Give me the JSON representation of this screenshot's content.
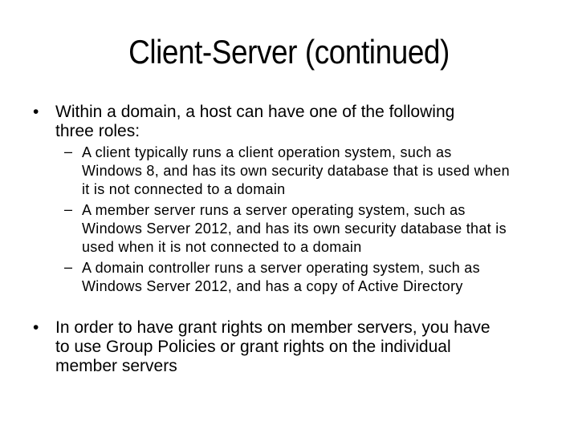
{
  "slide": {
    "background_color": "#ffffff",
    "text_color": "#000000",
    "title": "Client-Server (continued)",
    "bullets": [
      {
        "level": 1,
        "marker": "•",
        "lines": [
          "Within a domain, a host can have one of the following",
          "three roles:"
        ]
      },
      {
        "level": 2,
        "marker": "–",
        "lines": [
          "A client typically runs a client operation system, such as",
          "Windows 8, and has its own security database that is used when",
          "it is not connected to a domain"
        ]
      },
      {
        "level": 2,
        "marker": "–",
        "lines": [
          "A member server runs a server operating system, such as",
          "Windows Server 2012, and has its own security database that is",
          "used when it is not connected to a domain"
        ]
      },
      {
        "level": 2,
        "marker": "–",
        "lines": [
          "A domain controller runs a server operating system, such as",
          "Windows Server 2012, and has a copy of Active Directory"
        ]
      },
      {
        "level": 1,
        "marker": "•",
        "lines": [
          "In order to have grant rights on member servers, you have",
          "to use Group Policies or grant rights on the individual",
          "member servers"
        ]
      }
    ]
  }
}
